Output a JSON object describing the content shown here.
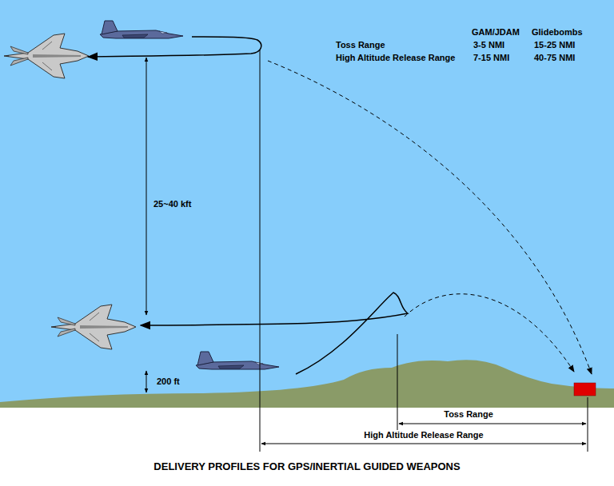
{
  "diagram": {
    "title": "DELIVERY PROFILES FOR GPS/INERTIAL GUIDED WEAPONS",
    "labels": [
      "GAM/JDAM",
      "Glidebombs",
      "Toss Range",
      "3-5 NMI",
      "15-25 NMI",
      "High Altitude Release Range",
      "7-15 NMI",
      "40-75 NMI",
      "25~40 kft",
      "200 ft",
      "Toss Range",
      "High Altitude Release Range"
    ]
  }
}
